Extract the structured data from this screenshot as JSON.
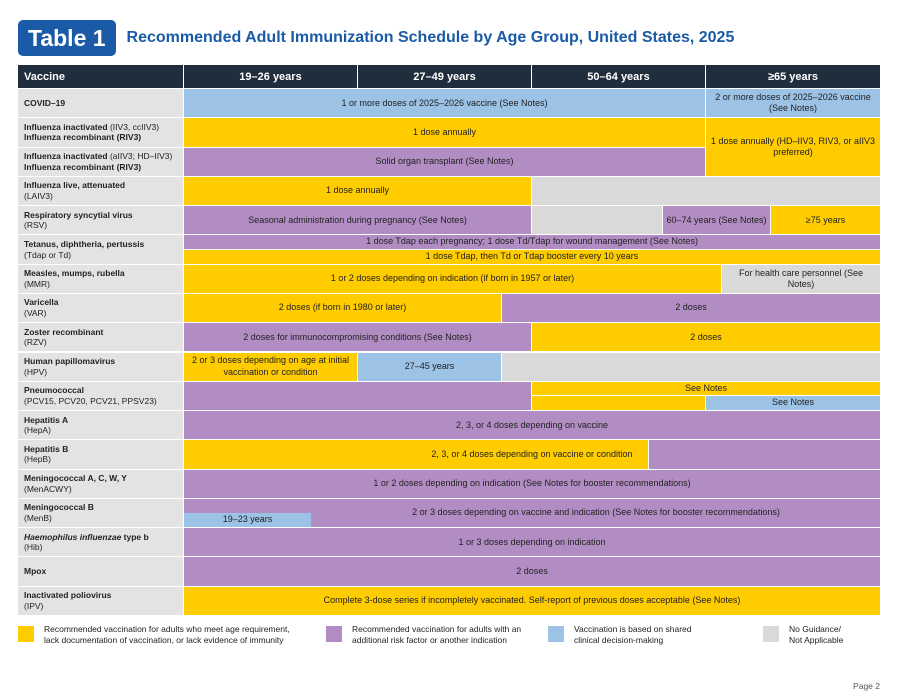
{
  "header": {
    "badge": "Table 1",
    "title": "Recommended Adult Immunization Schedule by Age Group, United States, 2025"
  },
  "columns": [
    "Vaccine",
    "19–26 years",
    "27–49 years",
    "50–64 years",
    "≥65 years"
  ],
  "rows": [
    {
      "label": "COVID–19",
      "lines": []
    },
    {
      "label": "Influenza inactivated",
      "lines": [
        "Influenza recombinant (RIV3)"
      ],
      "label_suffix": " (IIV3, ccIIV3)"
    },
    {
      "label": "Influenza inactivated",
      "lines": [
        "Influenza recombinant (RIV3)"
      ],
      "label_suffix": " (aIIV3; HD–IIV3)"
    },
    {
      "label": "Influenza live, attenuated",
      "lines": [
        "(LAIV3)"
      ]
    },
    {
      "label": "Respiratory syncytial virus",
      "lines": [
        "(RSV)"
      ]
    },
    {
      "label": "Tetanus, diphtheria, pertussis",
      "lines": [
        "(Tdap or Td)"
      ]
    },
    {
      "label": "Measles, mumps, rubella",
      "lines": [
        "(MMR)"
      ]
    },
    {
      "label": "Varicella",
      "lines": [
        "(VAR)"
      ]
    },
    {
      "label": "Zoster recombinant",
      "lines": [
        "(RZV)"
      ]
    },
    {
      "label": "Human papillomavirus",
      "lines": [
        "(HPV)"
      ]
    },
    {
      "label": "Pneumococcal",
      "lines": [
        "(PCV15, PCV20, PCV21, PPSV23)"
      ]
    },
    {
      "label": "Hepatitis A",
      "lines": [
        "(HepA)"
      ]
    },
    {
      "label": "Hepatitis B",
      "lines": [
        "(HepB)"
      ]
    },
    {
      "label": "Meningococcal A, C, W, Y",
      "lines": [
        "(MenACWY)"
      ]
    },
    {
      "label": "Meningococcal B",
      "lines": [
        "(MenB)"
      ]
    },
    {
      "label_italic": "Haemophilus influenzae",
      "label": " type b",
      "lines": [
        "(Hib)"
      ]
    },
    {
      "label": "Mpox",
      "lines": []
    },
    {
      "label": "Inactivated poliovirus",
      "lines": [
        "(IPV)"
      ]
    }
  ],
  "cells": {
    "covid_main": "1 or more doses of 2025–2026 vaccine (See Notes)",
    "covid_65": "2 or more doses of 2025–2026 vaccine (See Notes)",
    "flu_inact": "1 dose annually",
    "flu_transplant": "Solid organ transplant (See Notes)",
    "flu_65": "1 dose annually (HD–IIV3, RIV3, or aIIV3 preferred)",
    "flu_live": "1 dose annually",
    "rsv_preg": "Seasonal administration during pregnancy (See Notes)",
    "rsv_6074": "60–74 years (See Notes)",
    "rsv_75": "≥75 years",
    "tdap_preg": "1 dose Tdap each pregnancy; 1 dose Td/Tdap for wound management (See Notes)",
    "tdap_booster": "1 dose Tdap, then Td or Tdap booster every 10 years",
    "mmr_main": "1 or 2 doses depending on indication (if born in 1957 or later)",
    "mmr_hcp": "For health care personnel (See Notes)",
    "var_yellow": "2 doses (if born in 1980 or later)",
    "var_purple": "2 doses",
    "zoster_purple": "2 doses for immunocompromising conditions (See Notes)",
    "zoster_yellow": "2 doses",
    "hpv_yellow": "2 or 3 doses depending on age at initial vaccination or condition",
    "hpv_blue": "27–45 years",
    "pneumo_yellow": "See Notes",
    "pneumo_blue": "See Notes",
    "hepa": "2, 3, or 4 doses depending on vaccine",
    "hepb": "2, 3, or 4 doses depending on vaccine or condition",
    "menacwy": "1 or 2 doses depending on indication (See Notes for booster recommendations)",
    "menb_blue": "19–23 years",
    "menb_purple": "2 or 3 doses depending on vaccine and indication (See Notes for booster recommendations)",
    "hib": "1 or 3 doses depending on indication",
    "mpox": "2 doses",
    "ipv": "Complete 3-dose series if incompletely vaccinated. Self-report of previous doses acceptable (See Notes)"
  },
  "legend": [
    {
      "color": "#ffcc00",
      "lines": [
        "Recommended vaccination for adults who meet age requirement,",
        "lack documentation of vaccination, or lack evidence of immunity"
      ]
    },
    {
      "color": "#b28dc4",
      "lines": [
        "Recommended vaccination for adults with an",
        "additional risk factor or another indication"
      ]
    },
    {
      "color": "#9cc2e5",
      "lines": [
        "Vaccination is based on shared",
        "clinical decision-making"
      ]
    },
    {
      "color": "#d9d9d9",
      "lines": [
        "No Guidance/",
        "Not Applicable"
      ]
    }
  ],
  "colors": {
    "yellow": "#ffcc00",
    "purple": "#b28dc4",
    "blue": "#9cc2e5",
    "gray": "#d9d9d9",
    "header": "#1f2d3d",
    "brand": "#1a5aa6"
  },
  "footer": {
    "page": "Page 2"
  }
}
